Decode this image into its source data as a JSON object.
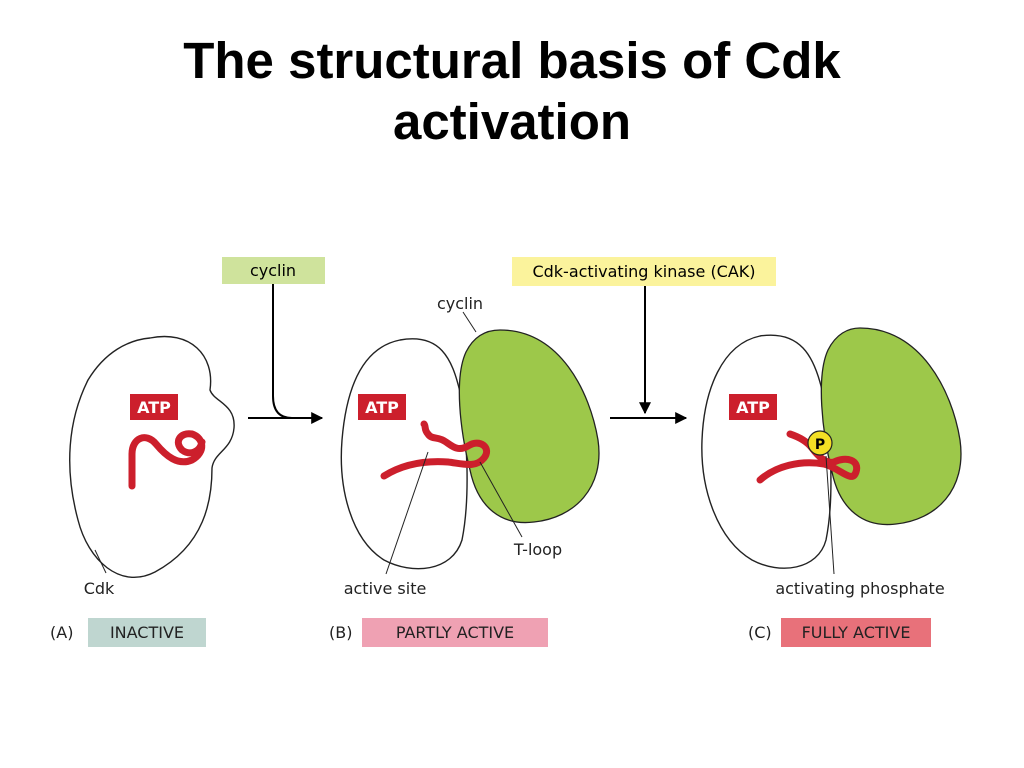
{
  "title": {
    "line1": "The structural basis of Cdk",
    "line2": "activation"
  },
  "diagram": {
    "inputs": {
      "cyclin": "cyclin",
      "cak": "Cdk-activating kinase (CAK)"
    },
    "labels": {
      "cyclin": "cyclin",
      "cdk": "Cdk",
      "active_site": "active site",
      "t_loop": "T-loop",
      "activating_phosphate": "activating phosphate",
      "atp": "ATP",
      "phosphate": "P"
    },
    "states": [
      {
        "letter": "(A)",
        "status": "INACTIVE",
        "color": "#bfd6d0"
      },
      {
        "letter": "(B)",
        "status": "PARTLY ACTIVE",
        "color": "#efa1b3"
      },
      {
        "letter": "(C)",
        "status": "FULLY ACTIVE",
        "color": "#e8717a"
      }
    ],
    "colors": {
      "cyclin_fill": "#9dc84a",
      "loop": "#cc1f2c",
      "atp_box": "#cc1f2c",
      "cyclin_box": "#cfe39c",
      "cak_box": "#fbf39c",
      "phosphate": "#f3df24"
    }
  }
}
